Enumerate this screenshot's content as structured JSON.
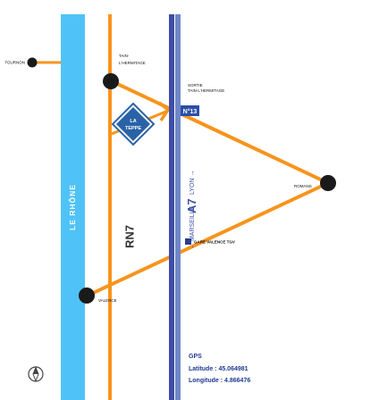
{
  "colors": {
    "river": "#4fc3f7",
    "road": "#f7941d",
    "motorway": "#3f4fa8",
    "motorway_edge": "#6f86c8",
    "city": "#1a1a1a",
    "la_teppe": "#2a62a6",
    "gare_marker": "#2b3d8f",
    "gps_label": "#1f3a93",
    "text": "#111111"
  },
  "river": {
    "label": "LE RHÔNE"
  },
  "roads": {
    "rn7": "RN7",
    "a7_code": "A7",
    "a7_south": "← MARSEILLE",
    "a7_north": "LYON →"
  },
  "cities": {
    "tournon": "TOURNON",
    "tain_line1": "TAIN-",
    "tain_line2": "L'HERMITAGE",
    "romans": "ROMANS",
    "valence": "VALENCE"
  },
  "exit": {
    "line1": "SORTIE",
    "line2": "TAIN-L'HERMITAGE",
    "badge": "N°13"
  },
  "poi": {
    "la_teppe_line1": "LA",
    "la_teppe_line2": "TEPPE"
  },
  "legend": {
    "gare": "GARE VALENCE TGV"
  },
  "gps": {
    "title": "GPS",
    "latitude": "Latitude : 45.064981",
    "longitude": "Longitude : 4.866476"
  },
  "icons": {
    "compass": "compass-icon"
  }
}
